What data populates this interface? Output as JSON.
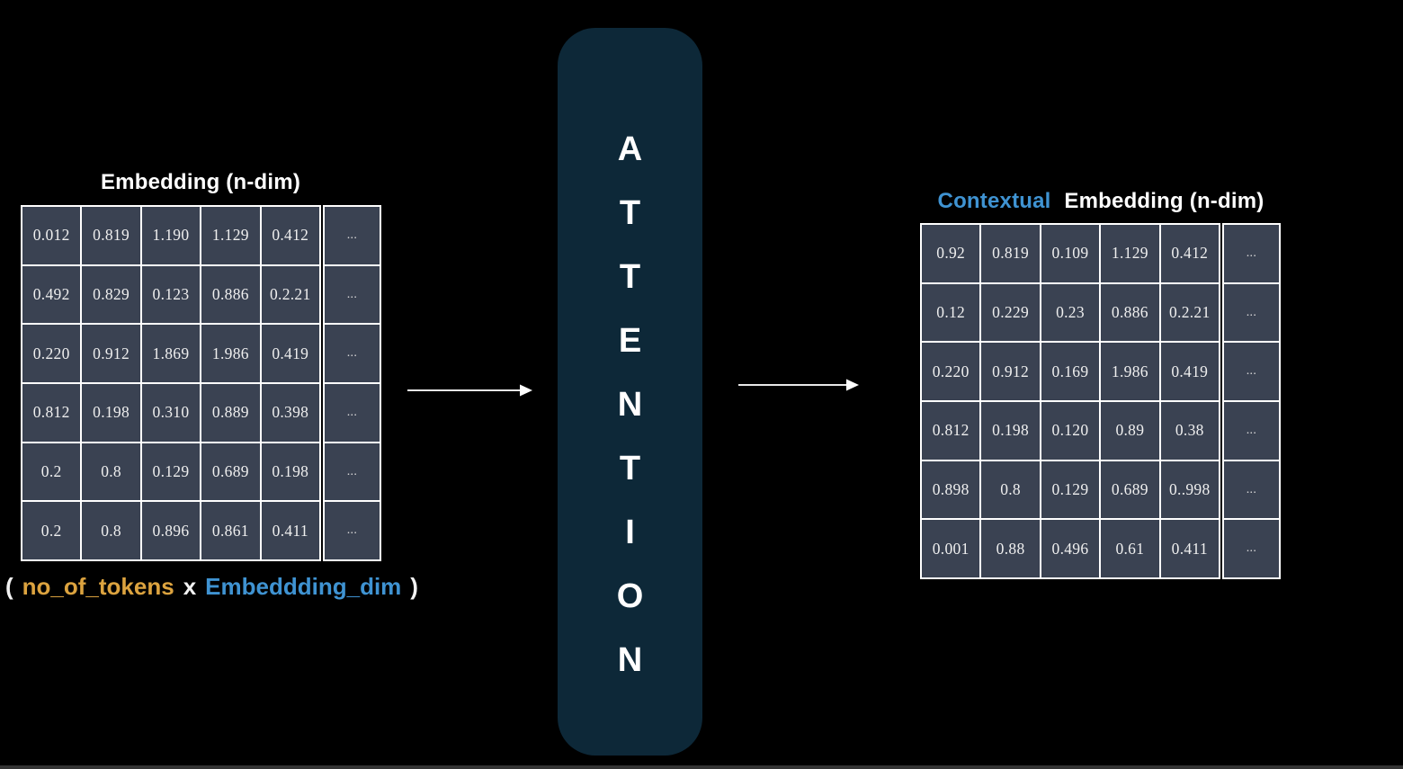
{
  "left_matrix": {
    "title": "Embedding (n-dim)",
    "rows": [
      [
        "0.012",
        "0.819",
        "1.190",
        "1.129",
        "0.412"
      ],
      [
        "0.492",
        "0.829",
        "0.123",
        "0.886",
        "0.2.21"
      ],
      [
        "0.220",
        "0.912",
        "1.869",
        "1.986",
        "0.419"
      ],
      [
        "0.812",
        "0.198",
        "0.310",
        "0.889",
        "0.398"
      ],
      [
        "0.2",
        "0.8",
        "0.129",
        "0.689",
        "0.198"
      ],
      [
        "0.2",
        "0.8",
        "0.896",
        "0.861",
        "0.411"
      ]
    ],
    "dots": [
      "...",
      "...",
      "...",
      "...",
      "...",
      "..."
    ],
    "caption": {
      "open": "(",
      "tokens": "no_of_tokens",
      "times": "x",
      "dim": "Embeddding_dim",
      "close": ")"
    }
  },
  "attention_block": {
    "letters": [
      "A",
      "T",
      "T",
      "E",
      "N",
      "T",
      "I",
      "O",
      "N"
    ]
  },
  "right_matrix": {
    "title_highlight": "Contextual",
    "title_rest": "Embedding (n-dim)",
    "rows": [
      [
        "0.92",
        "0.819",
        "0.109",
        "1.129",
        "0.412"
      ],
      [
        "0.12",
        "0.229",
        "0.23",
        "0.886",
        "0.2.21"
      ],
      [
        "0.220",
        "0.912",
        "0.169",
        "1.986",
        "0.419"
      ],
      [
        "0.812",
        "0.198",
        "0.120",
        "0.89",
        "0.38"
      ],
      [
        "0.898",
        "0.8",
        "0.129",
        "0.689",
        "0..998"
      ],
      [
        "0.001",
        "0.88",
        "0.496",
        "0.61",
        "0.411"
      ]
    ],
    "dots": [
      "...",
      "...",
      "...",
      "...",
      "...",
      "..."
    ]
  },
  "colors": {
    "background": "#000000",
    "cell_bg": "#3a4252",
    "grid_line": "#ffffff",
    "attention_bg": "#0d2838",
    "token_gold": "#dca33f",
    "dim_blue": "#3f93d2",
    "title_blue": "#3f93d2",
    "text_white": "#f2f2f2"
  }
}
